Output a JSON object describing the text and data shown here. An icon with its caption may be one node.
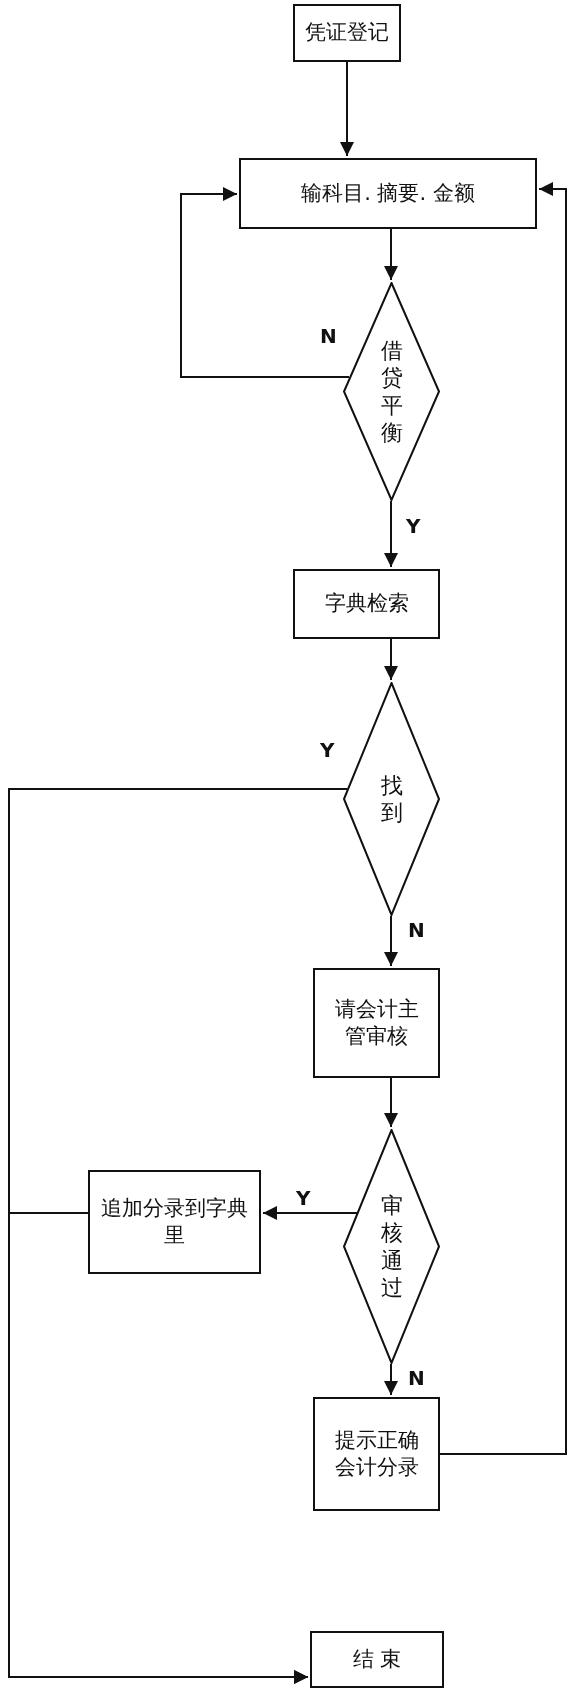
{
  "diagram": {
    "nodes": [
      {
        "text": [
          "凭证登记"
        ]
      },
      {
        "text": [
          "输科目. 摘要. 金额"
        ]
      },
      {
        "text": [
          "借贷平衡"
        ]
      },
      {
        "text": [
          "字典检索"
        ]
      },
      {
        "text": [
          "找到"
        ]
      },
      {
        "text": [
          "请会计主管审核"
        ]
      },
      {
        "text": [
          "审核通过"
        ]
      },
      {
        "text": [
          "追加分录到字典里"
        ]
      },
      {
        "text": [
          "提示正确会计分录"
        ]
      },
      {
        "text": [
          "结 束"
        ]
      }
    ],
    "edges": [
      {
        "from": 0,
        "to": 1,
        "arrow": "to"
      },
      {
        "from": 1,
        "to": 2,
        "arrow": "to"
      },
      {
        "from": 2,
        "to": 1,
        "arrow": "to",
        "label": "N"
      },
      {
        "from": 2,
        "to": 3,
        "arrow": "to",
        "label": "Y"
      },
      {
        "from": 3,
        "to": 4,
        "arrow": "to"
      },
      {
        "from": 4,
        "to": 9,
        "arrow": "to",
        "label": "Y"
      },
      {
        "from": 4,
        "to": 5,
        "arrow": "to",
        "label": "N"
      },
      {
        "from": 5,
        "to": 6,
        "arrow": "to"
      },
      {
        "from": 6,
        "to": 7,
        "arrow": "to",
        "label": "Y"
      },
      {
        "from": 7,
        "to": 9,
        "arrow": "to"
      },
      {
        "from": 6,
        "to": 8,
        "arrow": "to",
        "label": "N"
      },
      {
        "from": 8,
        "to": 1,
        "arrow": "to"
      }
    ]
  }
}
